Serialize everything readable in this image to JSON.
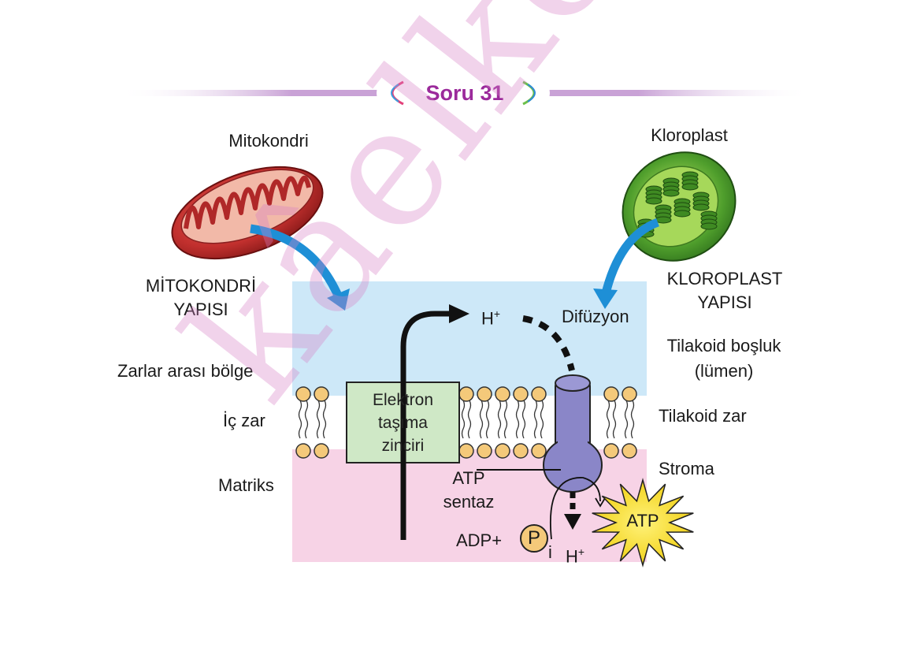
{
  "header": {
    "title": "Soru 31"
  },
  "labels": {
    "mitokondri": "Mitokondri",
    "kloroplast": "Kloroplast",
    "mito_yapisi_1": "MİTOKONDRİ",
    "mito_yapisi_2": "YAPISI",
    "kloro_yapisi_1": "KLOROPLAST",
    "kloro_yapisi_2": "YAPISI",
    "zarlar_arasi": "Zarlar arası bölge",
    "ic_zar": "İç zar",
    "matriks": "Matriks",
    "tilakoid_bosluk_1": "Tilakoid boşluk",
    "tilakoid_bosluk_2": "(lümen)",
    "tilakoid_zar": "Tilakoid zar",
    "stroma": "Stroma",
    "difuzyon": "Difüzyon",
    "h_top": "H",
    "h_bottom": "H",
    "h_sup": "+",
    "atp_sentaz_1": "ATP",
    "atp_sentaz_2": "sentaz",
    "adp": "ADP+",
    "p": "P",
    "i": "i",
    "atp": "ATP",
    "etc": "Elektron\ntaşıma\nzinciri"
  },
  "watermark": "kâelkök",
  "colors": {
    "title": "#9b2a9b",
    "upper_region": "#cde8f8",
    "lower_region": "#f7d3e6",
    "phospholipid_head": "#f4c97a",
    "etc_box": "#cfe8c6",
    "atp_synthase": "#8a86c8",
    "arrow_blue": "#1e8fd6",
    "atp_star": "#f7e03a",
    "mitochondrion": "#c83a3a",
    "chloroplast": "#5aa832"
  }
}
